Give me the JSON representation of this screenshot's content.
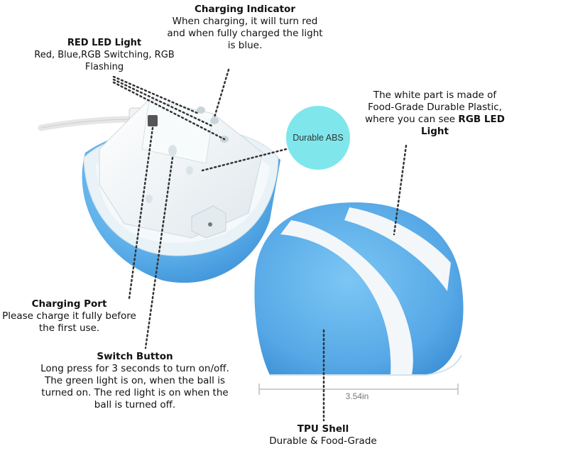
{
  "labels": {
    "charging_indicator": {
      "title": "Charging Indicator",
      "body": "When charging, it will turn red and when fully charged the light is blue."
    },
    "red_led": {
      "title": "RED LED Light",
      "body": "Red, Blue,RGB Switching, RGB Flashing"
    },
    "white_part": {
      "body_pre": "The white part is made of Food-Grade Durable Plastic, where you can see ",
      "body_bold": "RGB LED Light"
    },
    "charging_port": {
      "title": "Charging Port",
      "body": "Please charge it fully before the first use."
    },
    "switch_button": {
      "title": "Switch Button",
      "body": "Long press for 3 seconds to turn on/off. The green light is on, when the ball is turned on. The red light is on when the ball is turned off."
    },
    "tpu_shell": {
      "title": "TPU Shell",
      "body": "Durable & Food-Grade"
    }
  },
  "badge": {
    "text": "Durable ABS",
    "color": "#7fe7ec"
  },
  "dimension": {
    "text": "3.54in"
  },
  "colors": {
    "shell_blue": "#5eb0ea",
    "shell_blue_dark": "#3a8fd6",
    "inner_white": "#eef3f5",
    "leader": "#333333"
  }
}
